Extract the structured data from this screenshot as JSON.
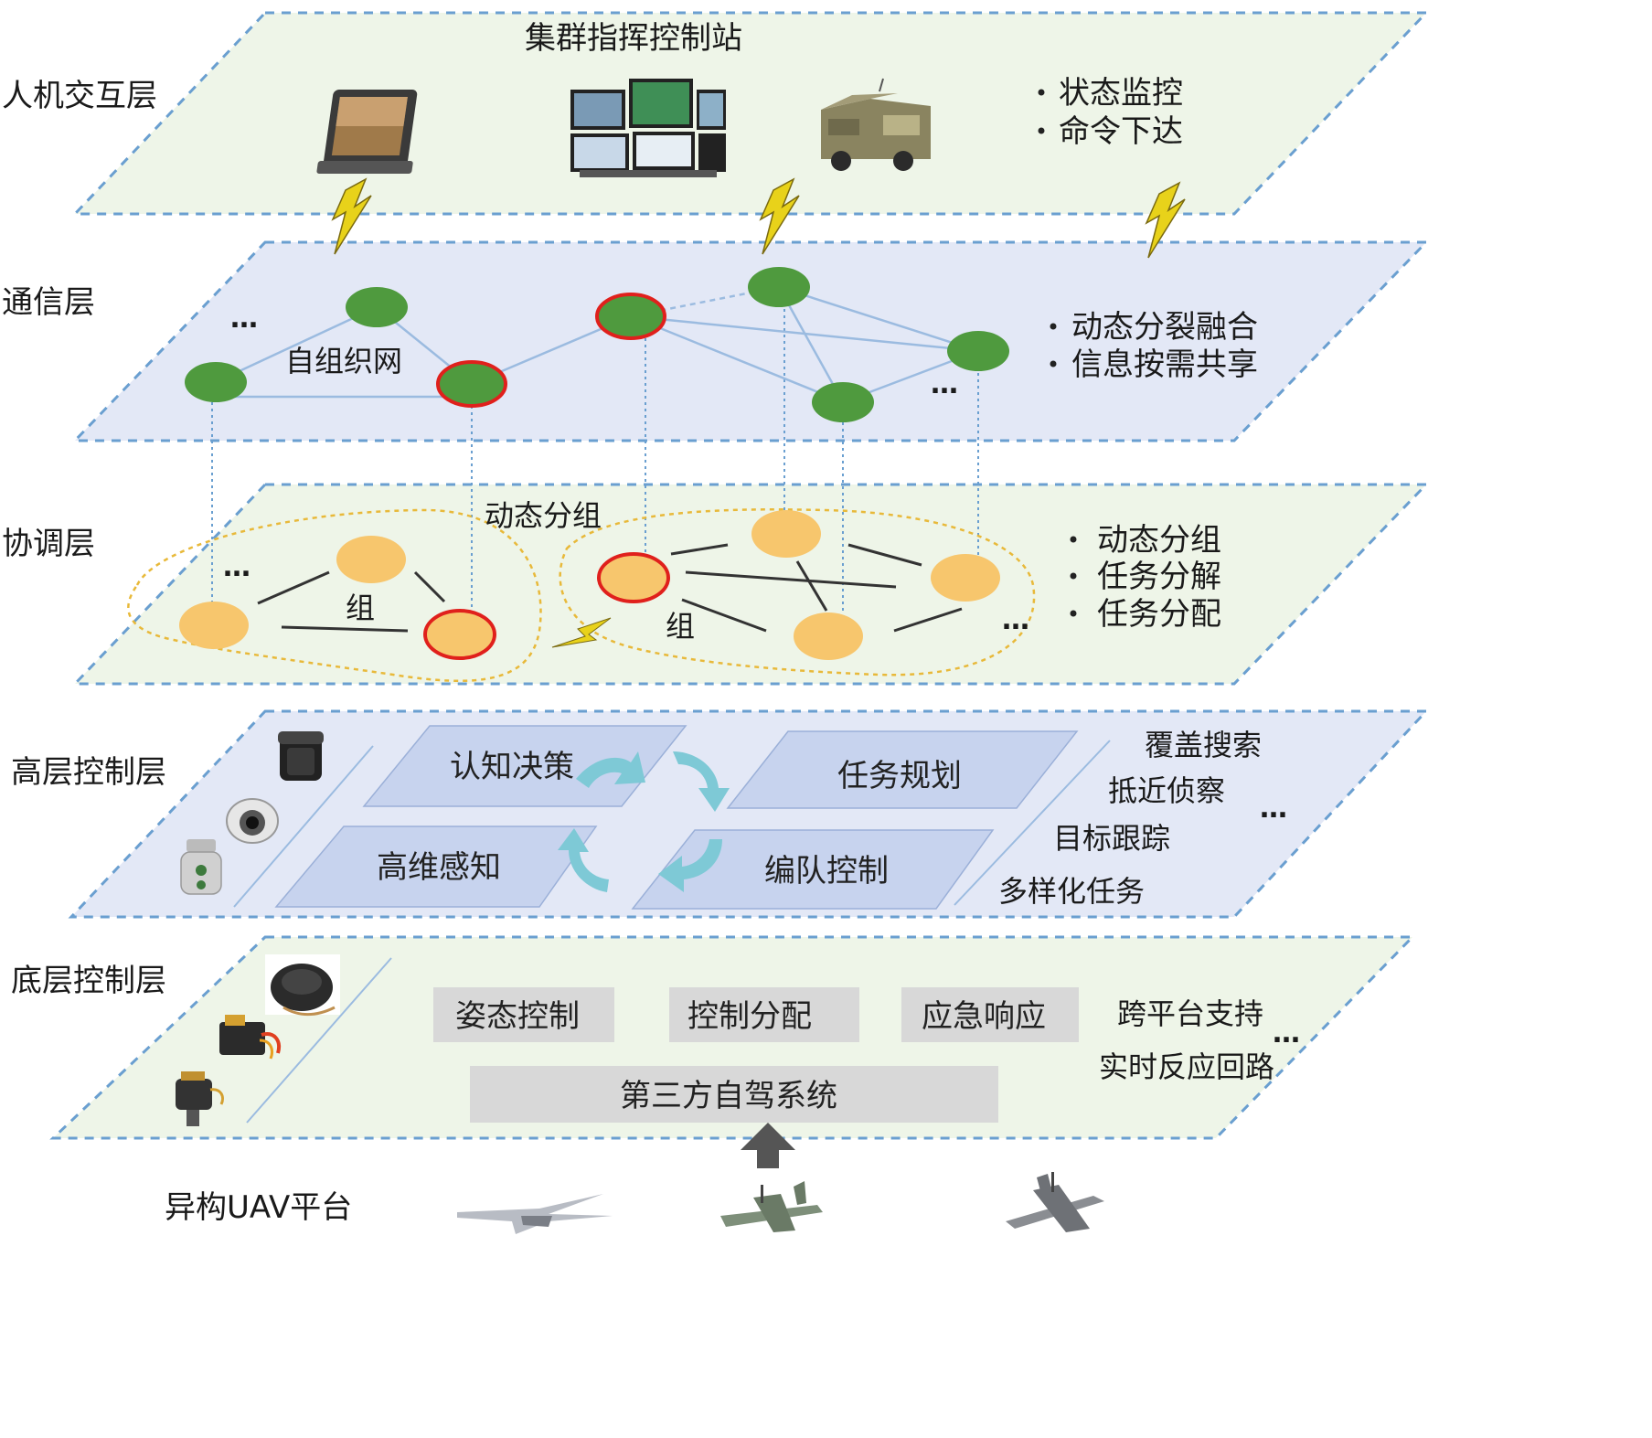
{
  "layers": {
    "hmi": {
      "name": "人机交互层",
      "title": "集群指挥控制站",
      "bullets": [
        "状态监控",
        "命令下达"
      ],
      "icons": [
        "rugged-tablet-icon",
        "multi-monitor-console-icon",
        "command-vehicle-icon"
      ]
    },
    "comm": {
      "name": "通信层",
      "network_label": "自组织网",
      "ellipsis_left": "…",
      "ellipsis_right": "…",
      "bullets": [
        "动态分裂融合",
        "信息按需共享"
      ]
    },
    "coord": {
      "name": "协调层",
      "dynamic_group_label": "动态分组",
      "group_label_left": "组",
      "group_label_right": "组",
      "ellipsis_left": "…",
      "ellipsis_right": "…",
      "bullets": [
        "动态分组",
        "任务分解",
        "任务分配"
      ]
    },
    "high": {
      "name": "高层控制层",
      "modules": {
        "cognition": "认知决策",
        "planning": "任务规划",
        "perception": "高维感知",
        "formation": "编队控制"
      },
      "tasks": [
        "覆盖搜索",
        "抵近侦察",
        "目标跟踪",
        "多样化任务"
      ],
      "ellipsis": "…",
      "icons": [
        "dome-camera-icon",
        "security-camera-icon",
        "gimbal-camera-icon"
      ]
    },
    "low": {
      "name": "底层控制层",
      "modules": {
        "attitude": "姿态控制",
        "allocation": "控制分配",
        "emergency": "应急响应",
        "autopilot": "第三方自驾系统"
      },
      "supports": [
        "跨平台支持",
        "实时反应回路"
      ],
      "ellipsis": "…",
      "icons": [
        "gps-puck-icon",
        "servo-motor-icon",
        "electric-motor-icon"
      ]
    }
  },
  "platform": {
    "label": "异构UAV平台",
    "icons": [
      "fixed-wing-uav-1-icon",
      "fixed-wing-uav-2-icon",
      "fixed-wing-uav-3-icon"
    ]
  },
  "colors": {
    "green_plane": "#eef5e8",
    "blue_plane": "#e3e8f6",
    "plane_border": "#6a9fd0",
    "node_green": "#4f9a3e",
    "node_orange": "#f7c66d",
    "node_highlight_ring": "#e0201c",
    "link_blue": "#9bbbe0",
    "group_outline": "#e8b93a",
    "lightning": "#e8d21a",
    "cycle_arrow": "#7ec9d6",
    "module_fill": "#c7d3ee",
    "gray_box": "#d8d8d8"
  }
}
